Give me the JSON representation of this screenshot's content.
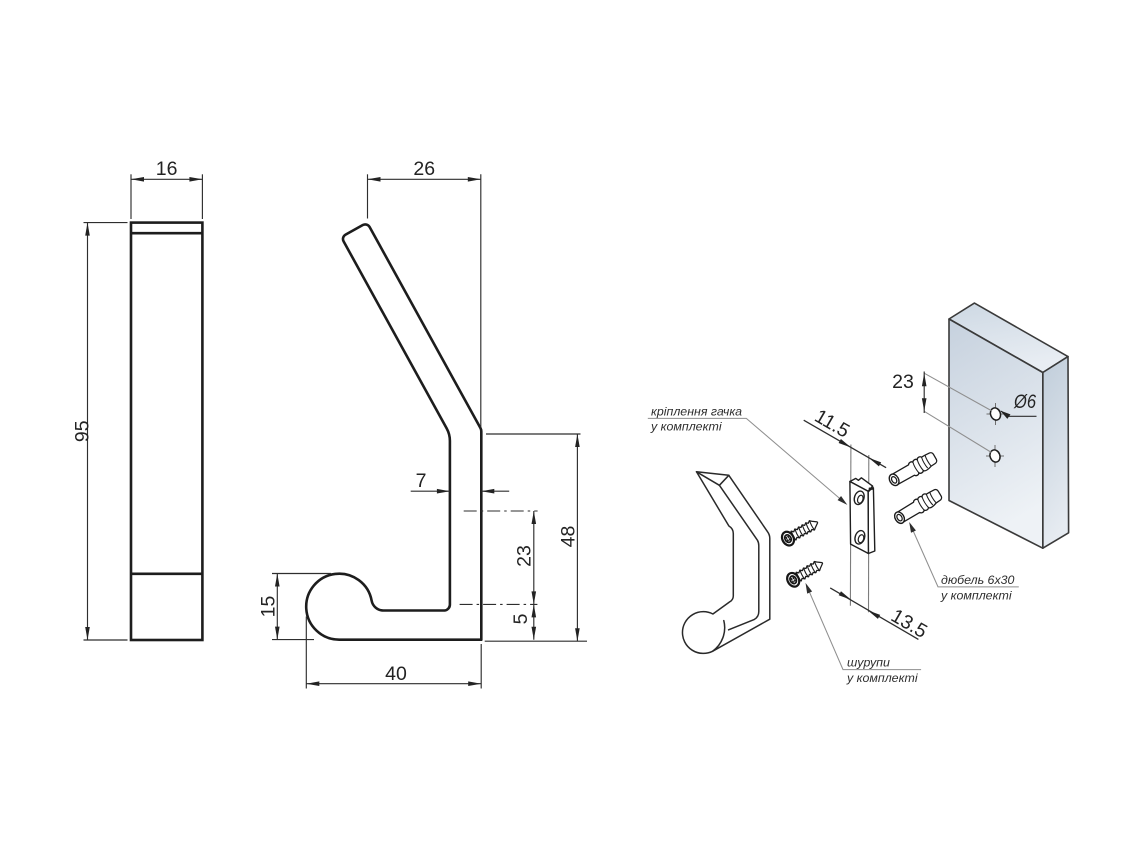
{
  "side_view": {
    "dims": {
      "width": "16",
      "height": "95"
    }
  },
  "profile_view": {
    "dims": {
      "top_width": "26",
      "thickness": "7",
      "height": "48",
      "hole_spacing": "23",
      "bottom_to_hole": "5",
      "hook_height": "15",
      "depth": "40"
    }
  },
  "assembly": {
    "dims": {
      "plate_width": "11.5",
      "plate_depth": "13.5",
      "hole_spacing": "23",
      "hole_diameter": "Ø6"
    },
    "labels": {
      "mount": [
        "кріплення гачка",
        "у комплекті"
      ],
      "dowel": [
        "дюбель 6х30",
        "у комплекті"
      ],
      "screws": [
        "шурупи",
        "у комплекті"
      ]
    }
  },
  "colors": {
    "outline": "#1d1d1d",
    "part_line": "#2a2a2a",
    "dim_line": "#2e2e2e",
    "leader": "#8f8f8f",
    "panel_dark": "#c3cedb",
    "panel_light": "#edf1f6"
  }
}
